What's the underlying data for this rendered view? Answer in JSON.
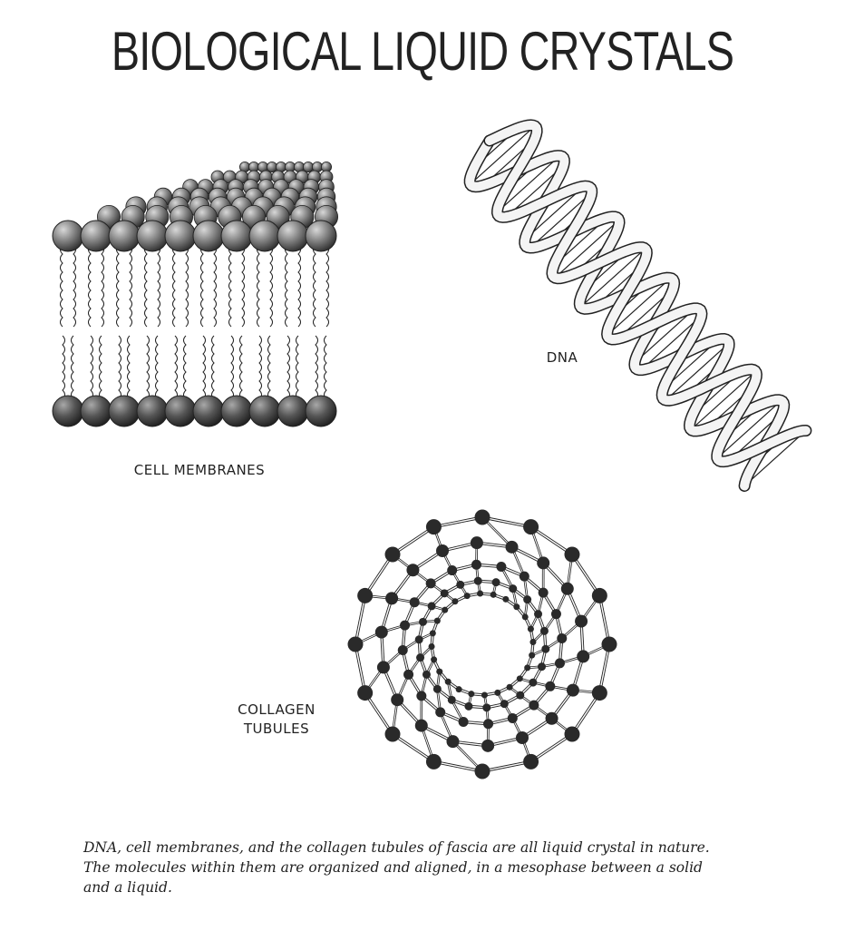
{
  "title": "BIOLOGICAL LIQUID CRYSTALS",
  "labels": {
    "cell_membranes": "CELL MEMBRANES",
    "dna": "DNA",
    "collagen_line1": "COLLAGEN",
    "collagen_line2": "TUBULES"
  },
  "caption": {
    "line1": "DNA, cell membranes, and the collagen tubules of fascia are all liquid crystal in nature.",
    "line2": "The molecules within them are organized and aligned, in a mesophase between a solid",
    "line3": "and a liquid."
  },
  "colors": {
    "ink": "#222222",
    "sphere_dark": "#2a2a2a",
    "sphere_light": "#9a9a9a"
  }
}
